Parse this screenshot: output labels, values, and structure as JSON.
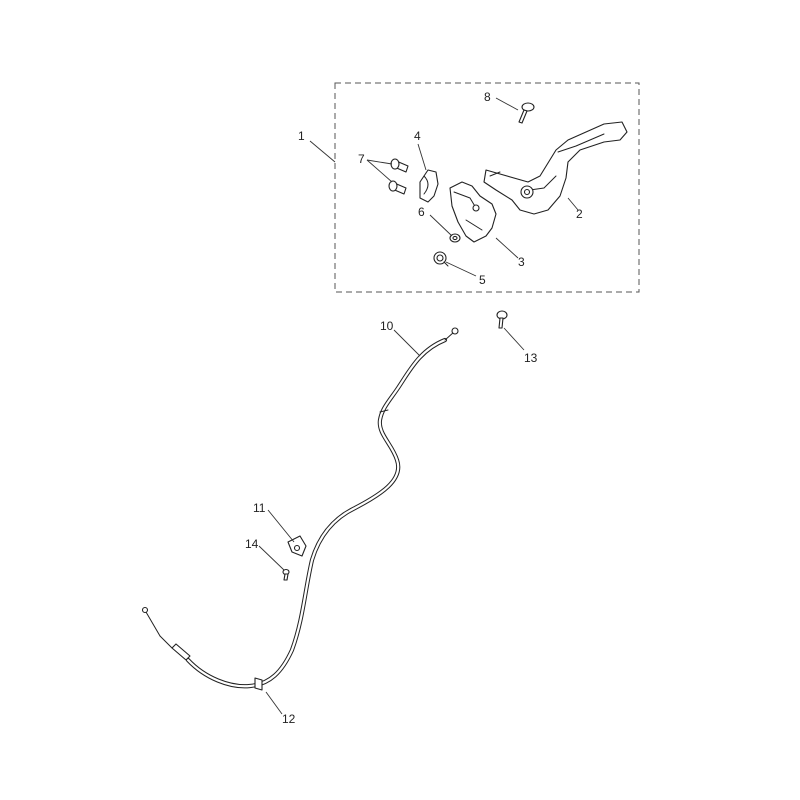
{
  "diagram": {
    "callouts": [
      {
        "id": "1",
        "label": "1"
      },
      {
        "id": "2",
        "label": "2"
      },
      {
        "id": "3",
        "label": "3"
      },
      {
        "id": "4",
        "label": "4"
      },
      {
        "id": "5",
        "label": "5"
      },
      {
        "id": "6",
        "label": "6"
      },
      {
        "id": "7",
        "label": "7"
      },
      {
        "id": "8",
        "label": "8"
      },
      {
        "id": "10",
        "label": "10"
      },
      {
        "id": "11",
        "label": "11"
      },
      {
        "id": "12",
        "label": "12"
      },
      {
        "id": "13",
        "label": "13"
      },
      {
        "id": "14",
        "label": "14"
      }
    ]
  }
}
